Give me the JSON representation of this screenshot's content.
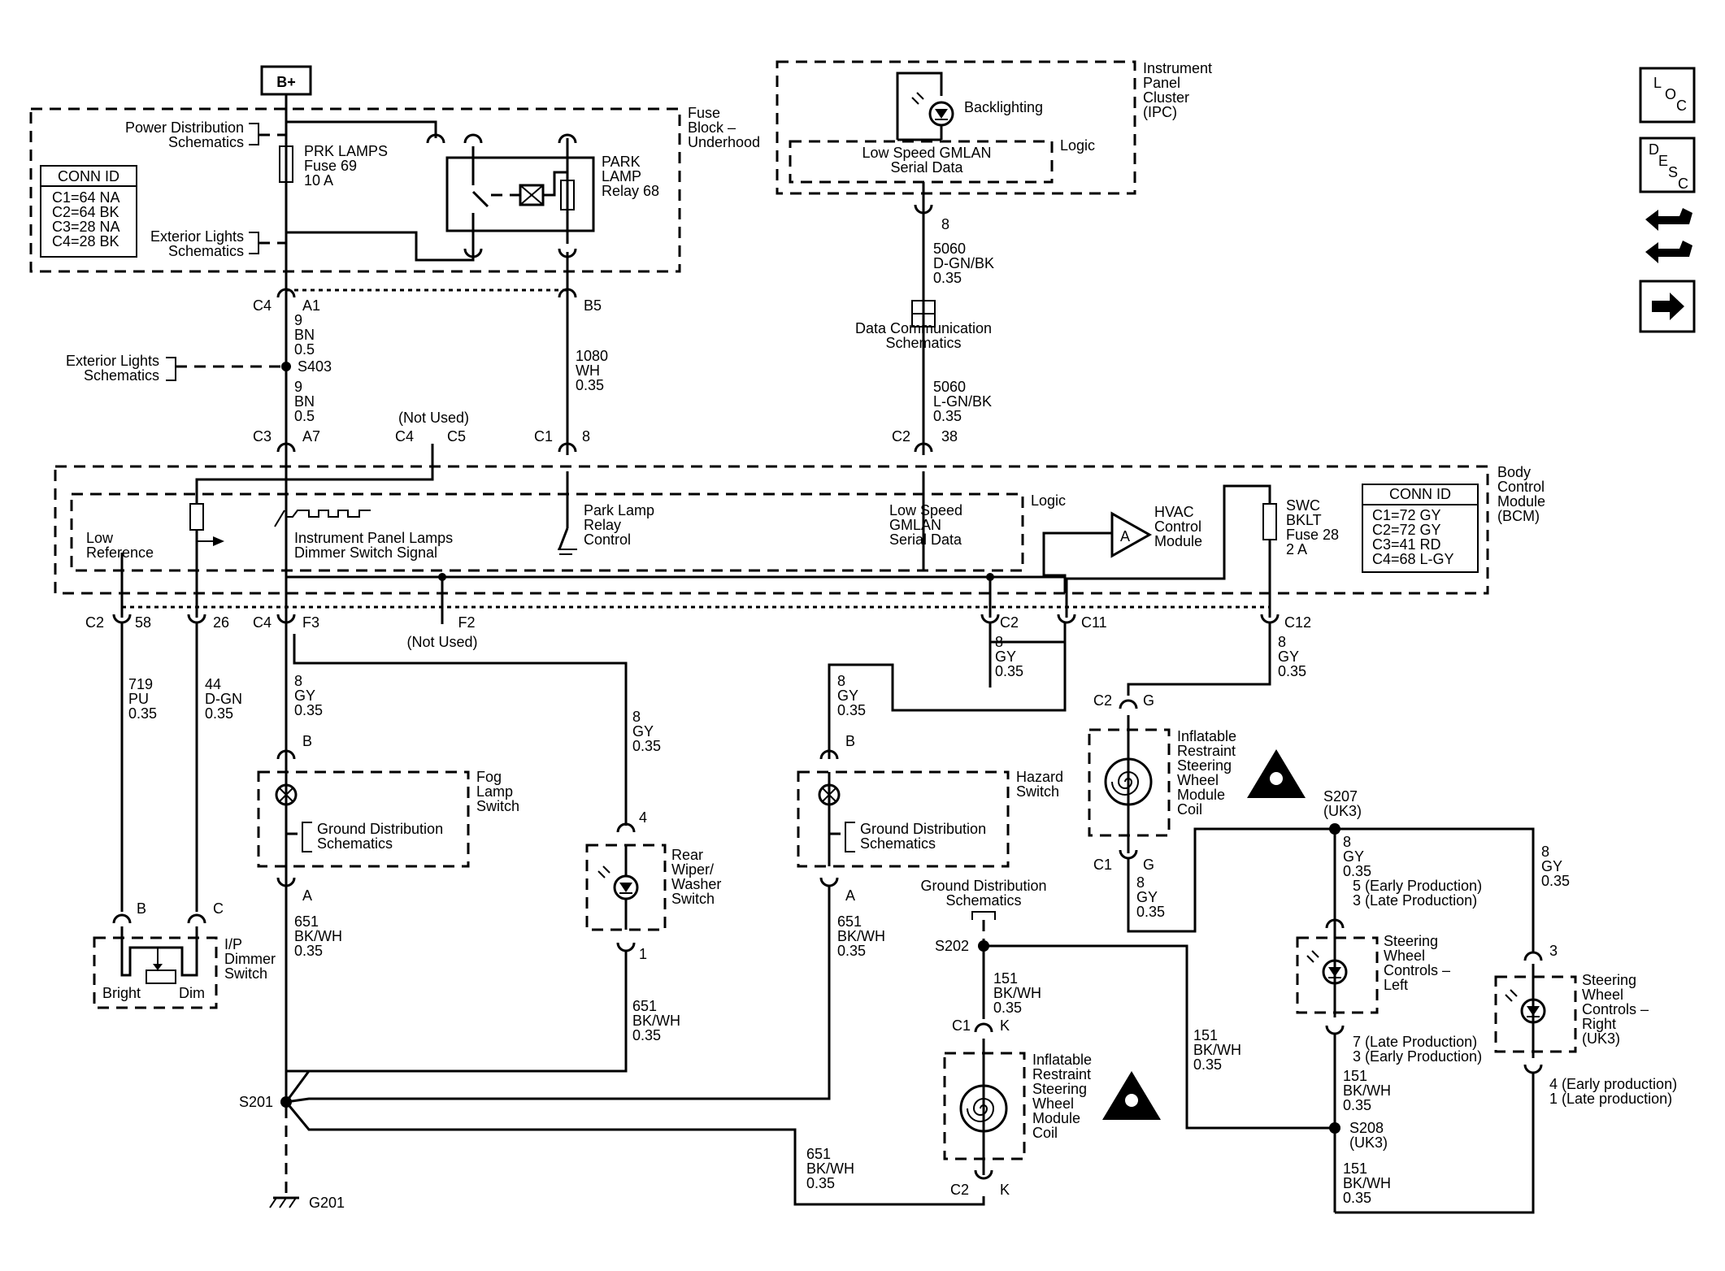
{
  "battery": "B+",
  "fuse_block": {
    "title": [
      "Fuse",
      "Block –",
      "Underhood"
    ],
    "power_dist": [
      "Power Distribution",
      "Schematics"
    ],
    "ext_lights": [
      "Exterior Lights",
      "Schematics"
    ],
    "conn_id_title": "CONN ID",
    "conn_id": [
      "C1=64 NA",
      "C2=64 BK",
      "C3=28 NA",
      "C4=28 BK"
    ],
    "fuse": [
      "PRK LAMPS",
      "Fuse 69",
      "10 A"
    ],
    "relay": [
      "PARK",
      "LAMP",
      "Relay 68"
    ]
  },
  "ipc": {
    "title": [
      "Instrument",
      "Panel",
      "Cluster",
      "(IPC)"
    ],
    "backlighting": "Backlighting",
    "gmlan": [
      "Low Speed GMLAN",
      "Serial Data"
    ],
    "logic": "Logic",
    "pin": "8"
  },
  "wires": {
    "w5060a": [
      "5060",
      "D-GN/BK",
      "0.35"
    ],
    "data_comm": [
      "Data Communication",
      "Schematics"
    ],
    "w5060b": [
      "5060",
      "L-GN/BK",
      "0.35"
    ],
    "c2_38": [
      "C2",
      "38"
    ],
    "c4_a1": [
      "C4",
      "A1"
    ],
    "w9a": [
      "9",
      "BN",
      "0.5"
    ],
    "ext_lights2": [
      "Exterior Lights",
      "Schematics"
    ],
    "s403": "S403",
    "w9b": [
      "9",
      "BN",
      "0.5"
    ],
    "c3_a7": [
      "C3",
      "A7"
    ],
    "not_used_top": "(Not Used)",
    "c4_c5": [
      "C4",
      "C5"
    ],
    "b5": "B5",
    "w1080": [
      "1080",
      "WH",
      "0.35"
    ],
    "c1_8": [
      "C1",
      "8"
    ]
  },
  "bcm": {
    "title": [
      "Body",
      "Control",
      "Module",
      "(BCM)"
    ],
    "logic": "Logic",
    "low_ref": [
      "Low",
      "Reference"
    ],
    "ip_dimmer_signal": [
      "Instrument Panel Lamps",
      "Dimmer Switch Signal"
    ],
    "park_relay_ctrl": [
      "Park Lamp",
      "Relay",
      "Control"
    ],
    "gmlan": [
      "Low Speed",
      "GMLAN",
      "Serial Data"
    ],
    "hvac": [
      "HVAC",
      "Control",
      "Module"
    ],
    "hvac_ref": "A",
    "swc_fuse": [
      "SWC",
      "BKLT",
      "Fuse 28",
      "2 A"
    ],
    "conn_id_title": "CONN ID",
    "conn_id": [
      "C1=72 GY",
      "C2=72 GY",
      "C3=41 RD",
      "C4=68 L-GY"
    ]
  },
  "bottom": {
    "c2_58": [
      "C2",
      "58"
    ],
    "pin26": "26",
    "c4_f3": [
      "C4",
      "F3"
    ],
    "f2": [
      "F2",
      "(Not Used)"
    ],
    "c2_c11": [
      "C2",
      "C11"
    ],
    "c12": "C12",
    "w719": [
      "719",
      "PU",
      "0.35"
    ],
    "w44": [
      "44",
      "D-GN",
      "0.35"
    ],
    "w8a": [
      "8",
      "GY",
      "0.35"
    ],
    "w8b": [
      "8",
      "GY",
      "0.35"
    ],
    "w8c": [
      "8",
      "GY",
      "0.35"
    ],
    "w8d": [
      "8",
      "GY",
      "0.35"
    ],
    "w8e": [
      "8",
      "GY",
      "0.35"
    ],
    "fog_switch": [
      "Fog",
      "Lamp",
      "Switch"
    ],
    "ground_dist": [
      "Ground Distribution",
      "Schematics"
    ],
    "pin_b": "B",
    "pin_a": "A",
    "rear_wiper": [
      "Rear",
      "Wiper/",
      "Washer",
      "Switch"
    ],
    "pin4": "4",
    "pin1": "1",
    "hazard": [
      "Hazard",
      "Switch"
    ],
    "ip_dimmer": [
      "I/P",
      "Dimmer",
      "Switch"
    ],
    "bright": "Bright",
    "dim": "Dim",
    "pin_B": "B",
    "pin_C": "C",
    "w651a": [
      "651",
      "BK/WH",
      "0.35"
    ],
    "w651b": [
      "651",
      "BK/WH",
      "0.35"
    ],
    "w651c": [
      "651",
      "BK/WH",
      "0.35"
    ],
    "w651d": [
      "651",
      "BK/WH",
      "0.35"
    ],
    "s201": "S201",
    "g201": "G201",
    "coil_top": [
      "Inflatable",
      "Restraint",
      "Steering",
      "Wheel",
      "Module",
      "Coil"
    ],
    "c2_g": [
      "C2",
      "G"
    ],
    "c1_g": [
      "C1",
      "G"
    ],
    "w8f": [
      "8",
      "GY",
      "0.35"
    ],
    "s207": [
      "S207",
      "(UK3)"
    ],
    "w8g": [
      "8",
      "GY",
      "0.35"
    ],
    "prod5": [
      "5 (Early Production)",
      "3 (Late Production)"
    ],
    "w8h": [
      "8",
      "GY",
      "0.35"
    ],
    "swc_left": [
      "Steering",
      "Wheel",
      "Controls –",
      "Left"
    ],
    "swc_right": [
      "Steering",
      "Wheel",
      "Controls –",
      "Right",
      "(UK3)"
    ],
    "pin3": "3",
    "prod7": [
      "7 (Late Production)",
      "3 (Early Production)"
    ],
    "prod4": [
      "4 (Early production)",
      "1 (Late production)"
    ],
    "w151a": [
      "151",
      "BK/WH",
      "0.35"
    ],
    "w151b": [
      "151",
      "BK/WH",
      "0.35"
    ],
    "w151c": [
      "151",
      "BK/WH",
      "0.35"
    ],
    "w151d": [
      "151",
      "BK/WH",
      "0.35"
    ],
    "s208": [
      "S208",
      "(UK3)"
    ],
    "ground_dist2": [
      "Ground Distribution",
      "Schematics"
    ],
    "s202": "S202",
    "c1_k": [
      "C1",
      "K"
    ],
    "c2_k": [
      "C2",
      "K"
    ],
    "coil_bottom": [
      "Inflatable",
      "Restraint",
      "Steering",
      "Wheel",
      "Module",
      "Coil"
    ]
  },
  "side_buttons": {
    "loc": [
      "L",
      "O",
      "C"
    ],
    "desc": [
      "D",
      "E",
      "S",
      "C"
    ]
  }
}
